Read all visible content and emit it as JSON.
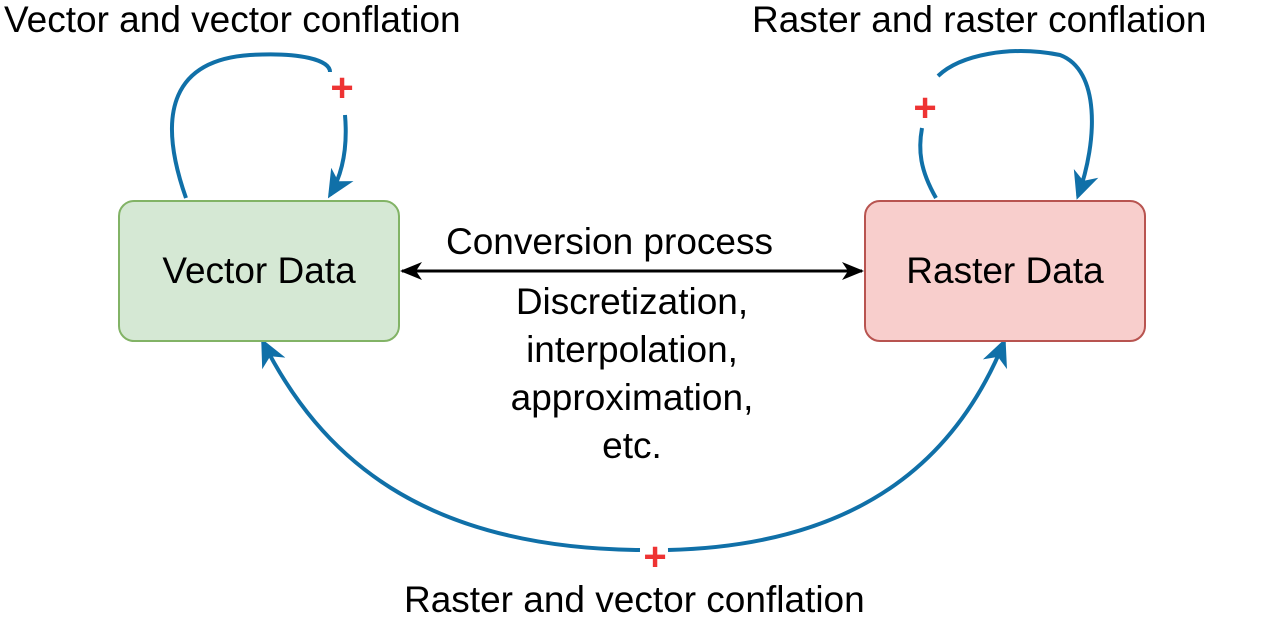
{
  "nodes": {
    "vector": {
      "label": "Vector Data",
      "fill": "#d5e8d4",
      "stroke": "#82b366"
    },
    "raster": {
      "label": "Raster Data",
      "fill": "#f8cecc",
      "stroke": "#b85450"
    }
  },
  "edges": {
    "vector_self": {
      "label": "Vector and vector conflation",
      "marker": "+"
    },
    "raster_self": {
      "label": "Raster and raster conflation",
      "marker": "+"
    },
    "cross": {
      "label": "Raster and vector conflation",
      "marker": "+"
    },
    "conversion": {
      "label": "Conversion process",
      "methods": [
        "Discretization,",
        "interpolation,",
        "approximation,",
        "etc."
      ]
    }
  },
  "colors": {
    "conflation_arrow": "#1070a8",
    "plus_marker": "#ee3333",
    "conversion_arrow": "#000000"
  }
}
